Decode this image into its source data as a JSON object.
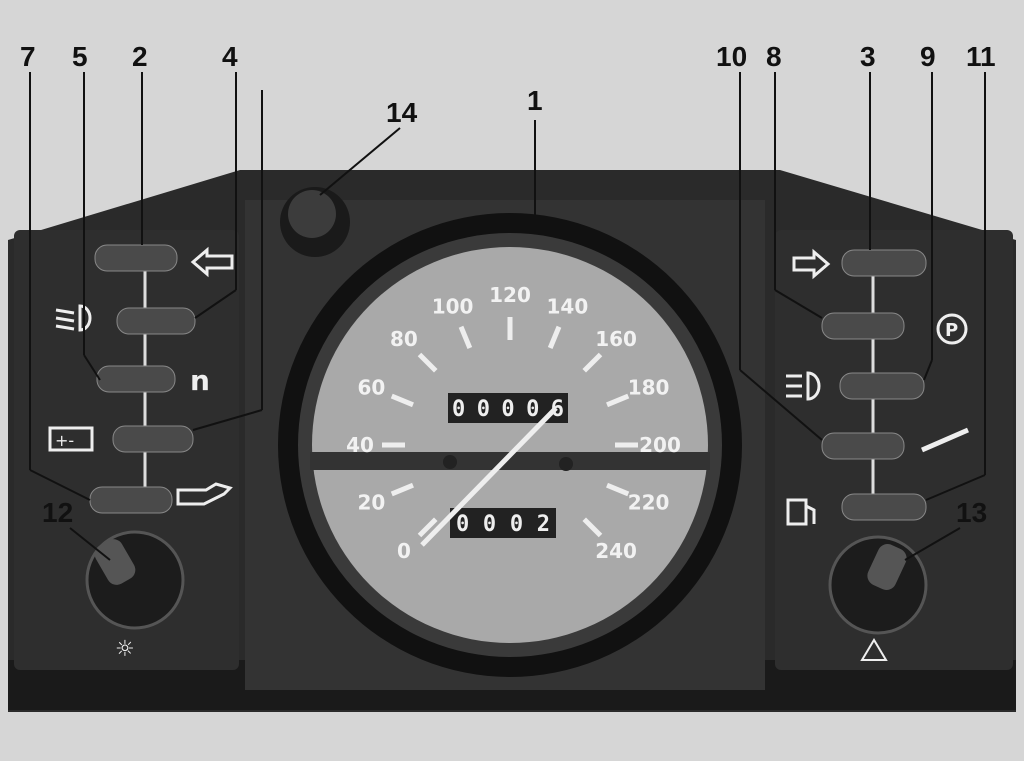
{
  "callouts": [
    "7",
    "5",
    "2",
    "4",
    "14",
    "1",
    "10",
    "8",
    "3",
    "9",
    "11",
    "12",
    "13"
  ],
  "speedometer": {
    "scale": [
      "0",
      "20",
      "40",
      "60",
      "80",
      "100",
      "120",
      "140",
      "160",
      "180",
      "200",
      "220",
      "240"
    ],
    "odometer": "00006",
    "trip": "0002"
  },
  "indicators_left": [
    "turn-left-arrow-icon",
    "low-beam-icon",
    "n-icon",
    "battery-icon",
    "oil-can-icon"
  ],
  "indicators_right": [
    "turn-right-arrow-icon",
    "parking-p-icon",
    "high-beam-icon",
    "choke-icon",
    "fuel-pump-icon"
  ],
  "labels": {
    "n": "n",
    "p": "P"
  }
}
